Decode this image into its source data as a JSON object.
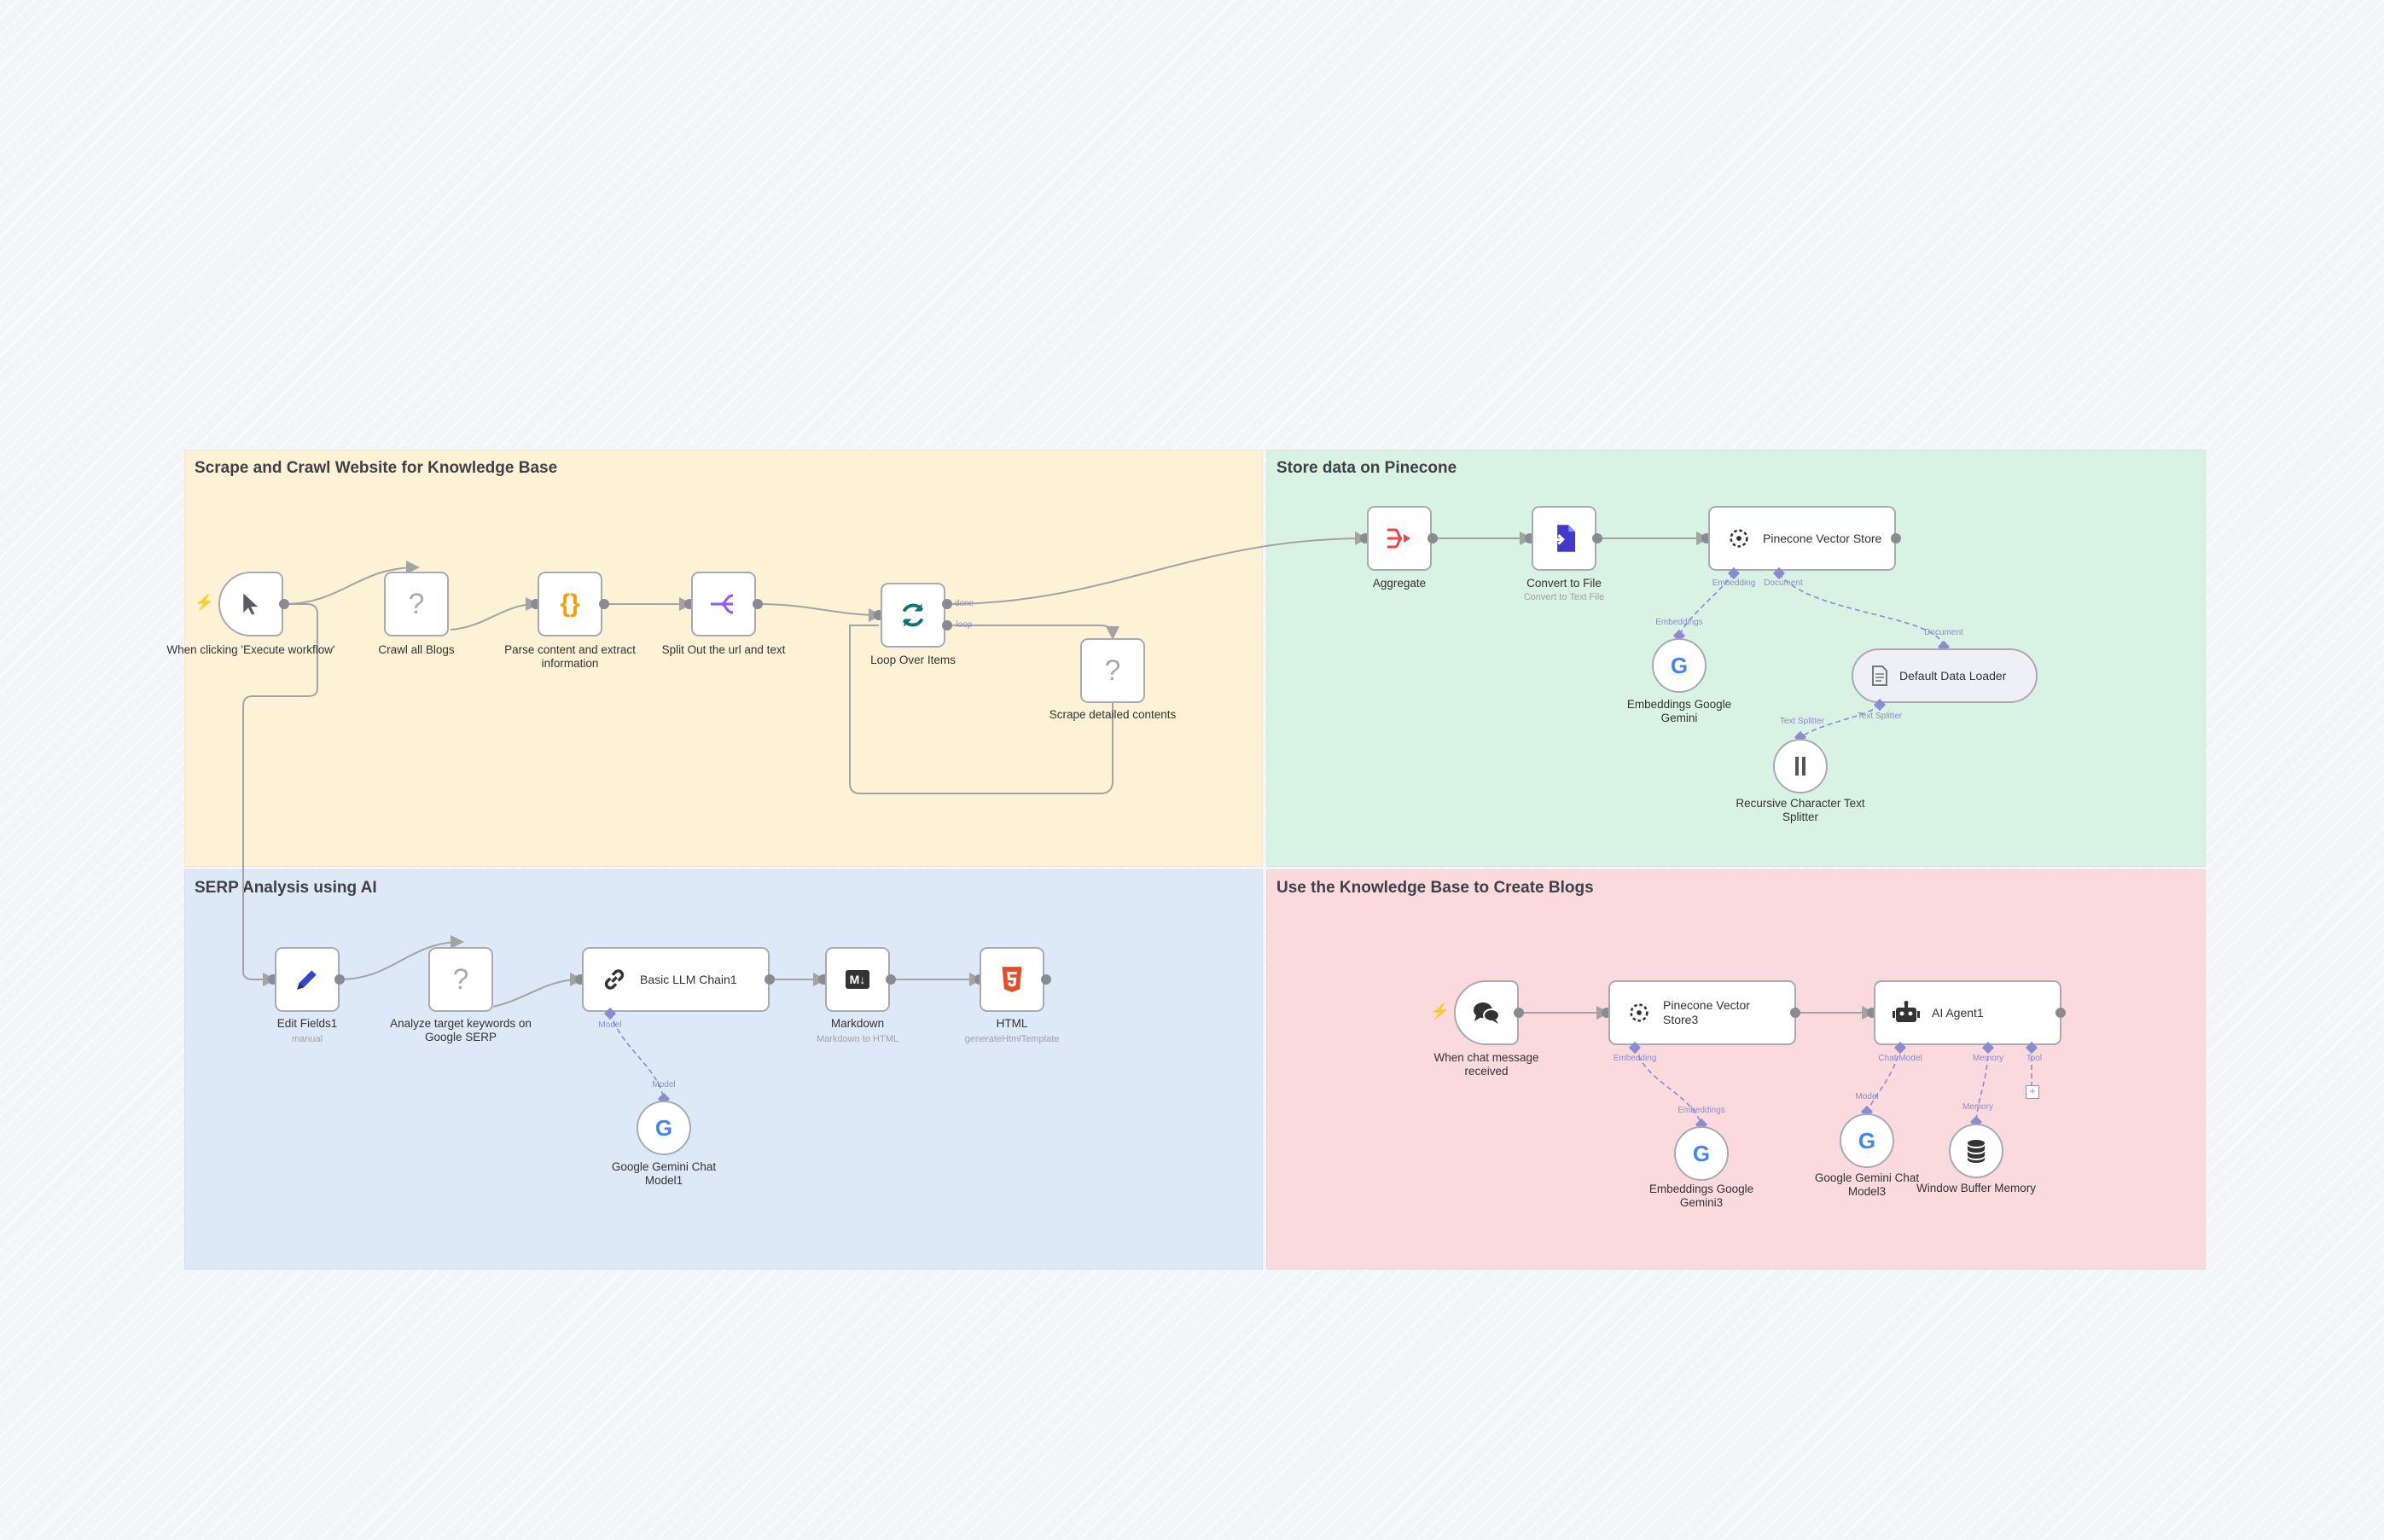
{
  "groups": {
    "scrape": "Scrape and Crawl Website for Knowledge Base",
    "pinecone": "Store data on Pinecone",
    "serp": "SERP Analysis using AI",
    "blogs": "Use the Knowledge Base to Create Blogs"
  },
  "nodes": {
    "trigger_manual": "When clicking 'Execute workflow'",
    "crawl_blogs": "Crawl all Blogs",
    "parse_content": "Parse content and extract information",
    "split_out": "Split Out the url and text",
    "loop_items": "Loop Over Items",
    "scrape_detail": "Scrape detailed contents",
    "aggregate": "Aggregate",
    "convert_file": "Convert to File",
    "convert_file_sub": "Convert to Text File",
    "pinecone_store": "Pinecone Vector Store",
    "embeddings_gemini": "Embeddings Google Gemini",
    "default_loader": "Default Data Loader",
    "text_splitter": "Recursive Character Text Splitter",
    "edit_fields": "Edit Fields1",
    "edit_fields_sub": "manual",
    "analyze_keywords": "Analyze target keywords on Google SERP",
    "llm_chain": "Basic LLM Chain1",
    "markdown": "Markdown",
    "markdown_sub": "Markdown to HTML",
    "html": "HTML",
    "html_sub": "generateHtmlTemplate",
    "gemini_chat1": "Google Gemini Chat Model1",
    "chat_trigger": "When chat message received",
    "pinecone_store3": "Pinecone Vector Store3",
    "ai_agent": "AI Agent1",
    "embeddings_gemini3": "Embeddings Google Gemini3",
    "gemini_chat3": "Google Gemini Chat Model3",
    "window_memory": "Window Buffer Memory"
  },
  "ports": {
    "done": "done",
    "loop": "loop",
    "embedding": "Embedding",
    "document": "Document",
    "embeddings": "Embeddings",
    "text_splitter": "Text Splitter",
    "model": "Model",
    "chat_model": "Chat Model",
    "memory": "Memory",
    "tool": "Tool"
  },
  "colors": {
    "group_scrape": "#fdf2d6",
    "group_pinecone": "#d8f2e3",
    "group_serp": "#dde9f6",
    "group_blogs": "#fadadd",
    "connection": "#a3a3a3",
    "ai_connection": "#8b8bd0",
    "trigger_bolt": "#ff6d5a"
  },
  "icons": {
    "trigger_manual": "cursor-icon",
    "crawl_blogs": "question-icon",
    "parse_content": "braces-icon",
    "split_out": "split-icon",
    "loop_items": "refresh-icon",
    "aggregate": "aggregate-icon",
    "convert_file": "file-icon",
    "pinecone": "pinecone-icon",
    "gemini": "google-icon",
    "loader": "document-icon",
    "splitter": "splitter-icon",
    "edit": "pencil-icon",
    "chain": "link-icon",
    "markdown": "markdown-icon",
    "html": "html5-icon",
    "chat": "chat-bubbles-icon",
    "agent": "robot-icon",
    "memory": "database-icon"
  },
  "glyphs": {
    "question": "?",
    "braces": "{}",
    "google": "G",
    "markdown": "M↓",
    "plus": "+",
    "bolt": "⚡"
  }
}
